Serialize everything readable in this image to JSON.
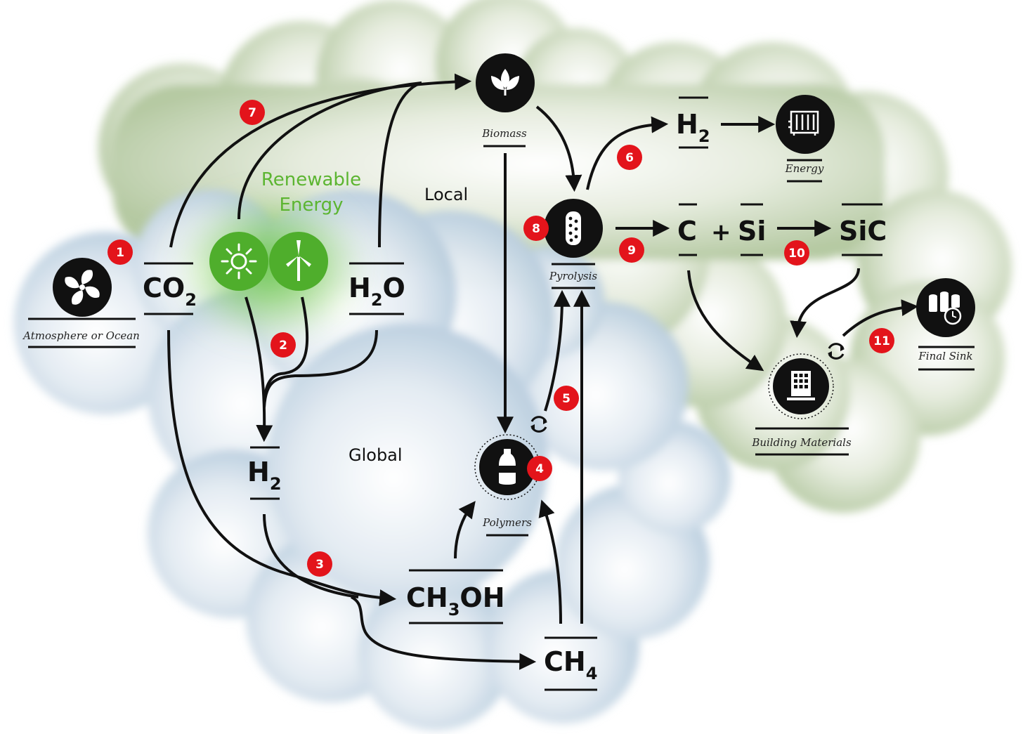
{
  "regions": {
    "local": "Local",
    "global": "Global"
  },
  "renewable_energy": {
    "line1": "Renewable",
    "line2": "Energy"
  },
  "labels": {
    "atmosphere": "Atmosphere or Ocean",
    "biomass": "Biomass",
    "pyrolysis": "Pyrolysis",
    "energy": "Energy",
    "polymers": "Polymers",
    "building_materials": "Building Materials",
    "final_sink": "Final Sink"
  },
  "formulas": {
    "co2": {
      "main": "CO",
      "sub": "2"
    },
    "h2o": {
      "main1": "H",
      "sub": "2",
      "main2": "O"
    },
    "h2_global": {
      "main": "H",
      "sub": "2"
    },
    "h2_local": {
      "main": "H",
      "sub": "2"
    },
    "ch3oh": {
      "main1": "CH",
      "sub": "3",
      "main2": "OH"
    },
    "ch4": {
      "main": "CH",
      "sub": "4"
    },
    "c": "C",
    "plus": "+",
    "si": "Si",
    "sic": "SiC"
  },
  "steps": [
    "1",
    "2",
    "3",
    "4",
    "5",
    "6",
    "7",
    "8",
    "9",
    "10",
    "11"
  ],
  "colors": {
    "step_badge": "#e3141b",
    "green_cloud": "#b9cda6",
    "blue_cloud": "#b3c9dc",
    "renewable_green": "#5cb531",
    "icon_black": "#111111"
  },
  "icons": [
    "fan-icon",
    "leaf-icon",
    "sun-icon",
    "wind-turbine-icon",
    "reactor-icon",
    "radiator-icon",
    "bottle-icon",
    "building-icon",
    "silos-clock-icon",
    "cycle-arrows-icon"
  ]
}
